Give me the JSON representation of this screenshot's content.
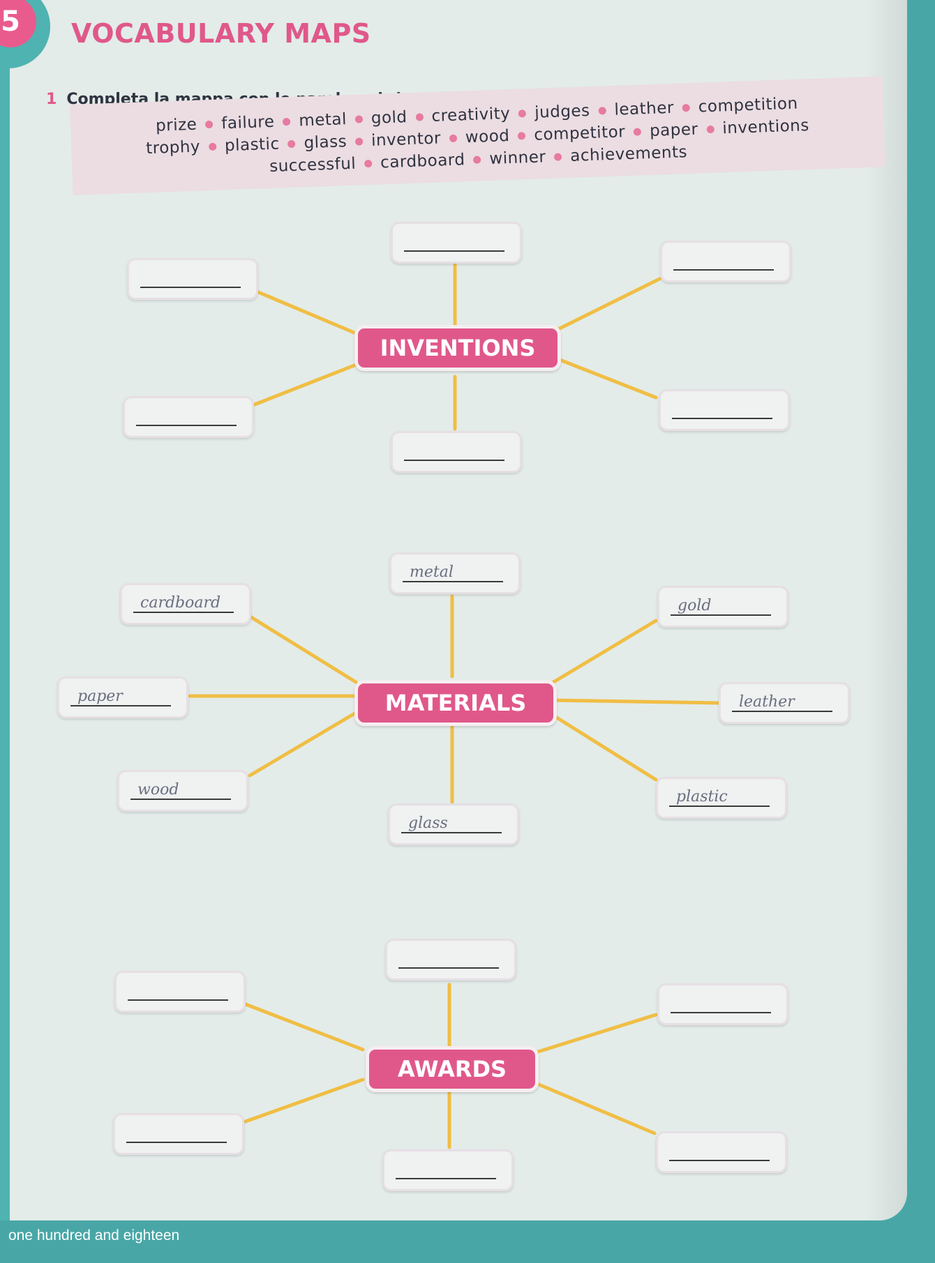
{
  "unit": {
    "number": "5",
    "title": "VOCABULARY MAPS"
  },
  "exercise": {
    "number": "1",
    "instruction": "Completa la mappa con le parole nel riquadro."
  },
  "word_box": {
    "row1": [
      "prize",
      "failure",
      "metal",
      "gold",
      "creativity",
      "judges",
      "leather",
      "competition"
    ],
    "row2": [
      "trophy",
      "plastic",
      "glass",
      "inventor",
      "wood",
      "competitor",
      "paper",
      "inventions"
    ],
    "row3": [
      "successful",
      "cardboard",
      "winner",
      "achievements"
    ]
  },
  "maps": {
    "inventions": {
      "title": "INVENTIONS"
    },
    "materials": {
      "title": "MATERIALS",
      "answers": {
        "top": "metal",
        "top_left": "cardboard",
        "top_right": "gold",
        "left": "paper",
        "right": "leather",
        "bottom_left": "wood",
        "bottom_right": "plastic",
        "bottom": "glass"
      }
    },
    "awards": {
      "title": "AWARDS"
    }
  },
  "footer": {
    "page_text": "one hundred and eighteen"
  },
  "colors": {
    "accent_pink": "#e0588a",
    "connector_yellow": "#f0be45",
    "teal": "#4fb3b1",
    "page": "#e3ece9"
  }
}
